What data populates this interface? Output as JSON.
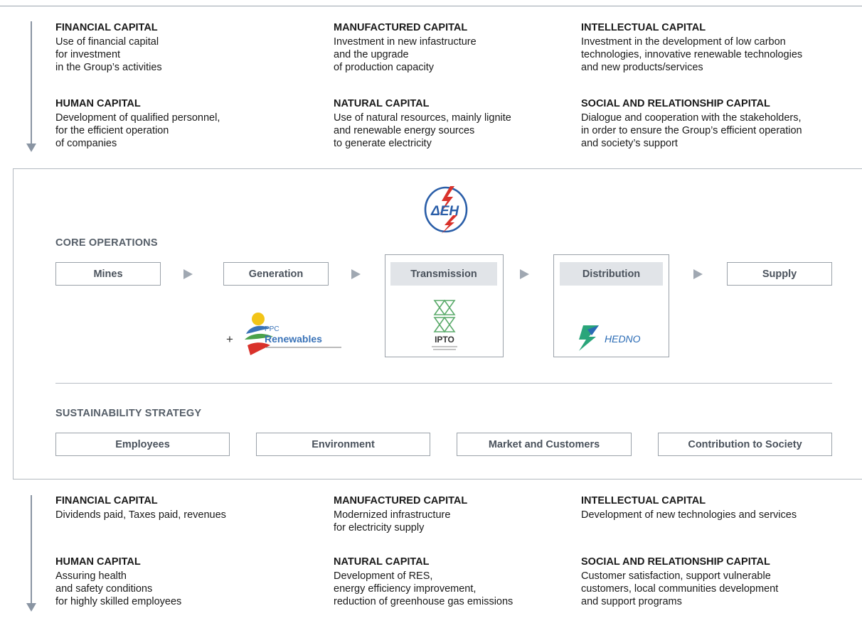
{
  "inputs": [
    {
      "title": "FINANCIAL CAPITAL",
      "lines": [
        "Use of financial capital",
        "for investment",
        "in the Group’s activities"
      ]
    },
    {
      "title": "MANUFACTURED CAPITAL",
      "lines": [
        "Investment in new infastructure",
        "and the upgrade",
        "of production capacity"
      ]
    },
    {
      "title": "INTELLECTUAL CAPITAL",
      "lines": [
        "Investment in the development of low carbon",
        "technologies, innovative renewable technologies",
        "and new products/services"
      ]
    },
    {
      "title": "HUMAN CAPITAL",
      "lines": [
        "Development of qualified personnel,",
        "for the efficient operation",
        "of companies"
      ]
    },
    {
      "title": "NATURAL CAPITAL",
      "lines": [
        "Use of natural resources, mainly lignite",
        "and renewable energy sources",
        "to generate electricity"
      ]
    },
    {
      "title": "SOCIAL AND RELATIONSHIP CAPITAL",
      "lines": [
        "Dialogue and cooperation with the stakeholders,",
        "in order to ensure the Group’s efficient operation",
        "and society’s support"
      ]
    }
  ],
  "core": {
    "label": "CORE OPERATIONS",
    "steps": [
      "Mines",
      "Generation",
      "Transmission",
      "Distribution",
      "Supply"
    ],
    "plus": "+",
    "renewables_logo": "PPC Renewables",
    "ipto_logo": "IPTO",
    "hedno_logo": "HEDNO",
    "company_logo": "ΔΕΗ"
  },
  "sustainability": {
    "label": "SUSTAINABILITY STRATEGY",
    "items": [
      "Employees",
      "Environment",
      "Market and Customers",
      "Contribution to Society"
    ]
  },
  "outputs": [
    {
      "title": "FINANCIAL CAPITAL",
      "lines": [
        "Dividends paid, Taxes paid, revenues"
      ]
    },
    {
      "title": "MANUFACTURED CAPITAL",
      "lines": [
        "Modernized infrastructure",
        "for electricity supply"
      ]
    },
    {
      "title": "INTELLECTUAL CAPITAL",
      "lines": [
        "Development of new technologies and services"
      ]
    },
    {
      "title": "HUMAN CAPITAL",
      "lines": [
        "Assuring health",
        "and safety conditions",
        "for highly skilled employees"
      ]
    },
    {
      "title": "NATURAL CAPITAL",
      "lines": [
        "Development of RES,",
        "energy efficiency improvement,",
        "reduction of greenhouse gas emissions"
      ]
    },
    {
      "title": "SOCIAL AND RELATIONSHIP CAPITAL",
      "lines": [
        "Customer satisfaction, support vulnerable",
        "customers, local communities development",
        "and support programs"
      ]
    }
  ],
  "colors": {
    "accent_gray": "#4a525c",
    "box_fill": "#e1e4e8",
    "arrow": "#a0a8b2",
    "hedno": "#2a6bb5",
    "ipto": "#5aaa6a",
    "logo_red": "#d9322b",
    "logo_blue": "#2a5ea8"
  }
}
